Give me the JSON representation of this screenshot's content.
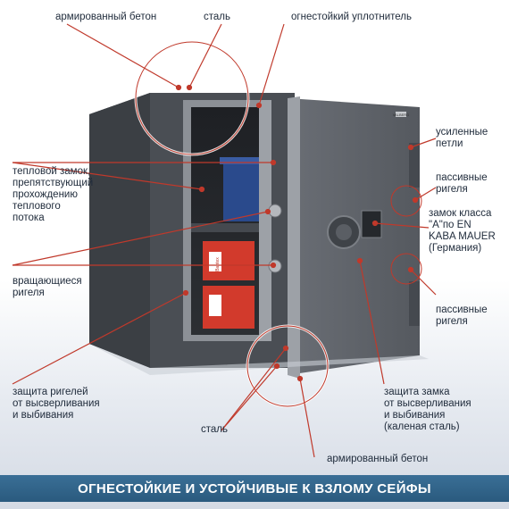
{
  "labels": {
    "reinforced_concrete_top": "армированный бетон",
    "steel_top": "сталь",
    "fire_seal": "огнестойкий уплотнитель",
    "reinforced_hinges": "усиленные\nпетли",
    "passive_bolts_top": "пассивные\nригеля",
    "lock_class": "замок класса\n\"А\"по EN\nKABA MAUER\n(Германия)",
    "passive_bolts_bottom": "пассивные\nригеля",
    "thermal_lock": "тепловой замок,\nпрепятствующий\nпрохождению\nтеплового\nпотока",
    "rotating_bolts": "вращающиеся\nригеля",
    "bolt_protection": "защита ригелей\nот высверливания\nи выбивания",
    "lock_protection": "защита замка\nот высверливания\nи выбивания\n(каленая сталь)",
    "steel_bottom": "сталь",
    "reinforced_concrete_bottom": "армированный бетон"
  },
  "product": {
    "brand_plate": "VALBERG",
    "binder_brand": "Bantex"
  },
  "banner": {
    "title": "ОГНЕСТОЙКИЕ И УСТОЙЧИВЫЕ К ВЗЛОМУ СЕЙФЫ"
  },
  "colors": {
    "leader_line": "#c0392b",
    "safe_body": "#4e5258",
    "safe_door": "#5d6168",
    "binder_red": "#d23a2c",
    "banner": "#2f6388"
  }
}
